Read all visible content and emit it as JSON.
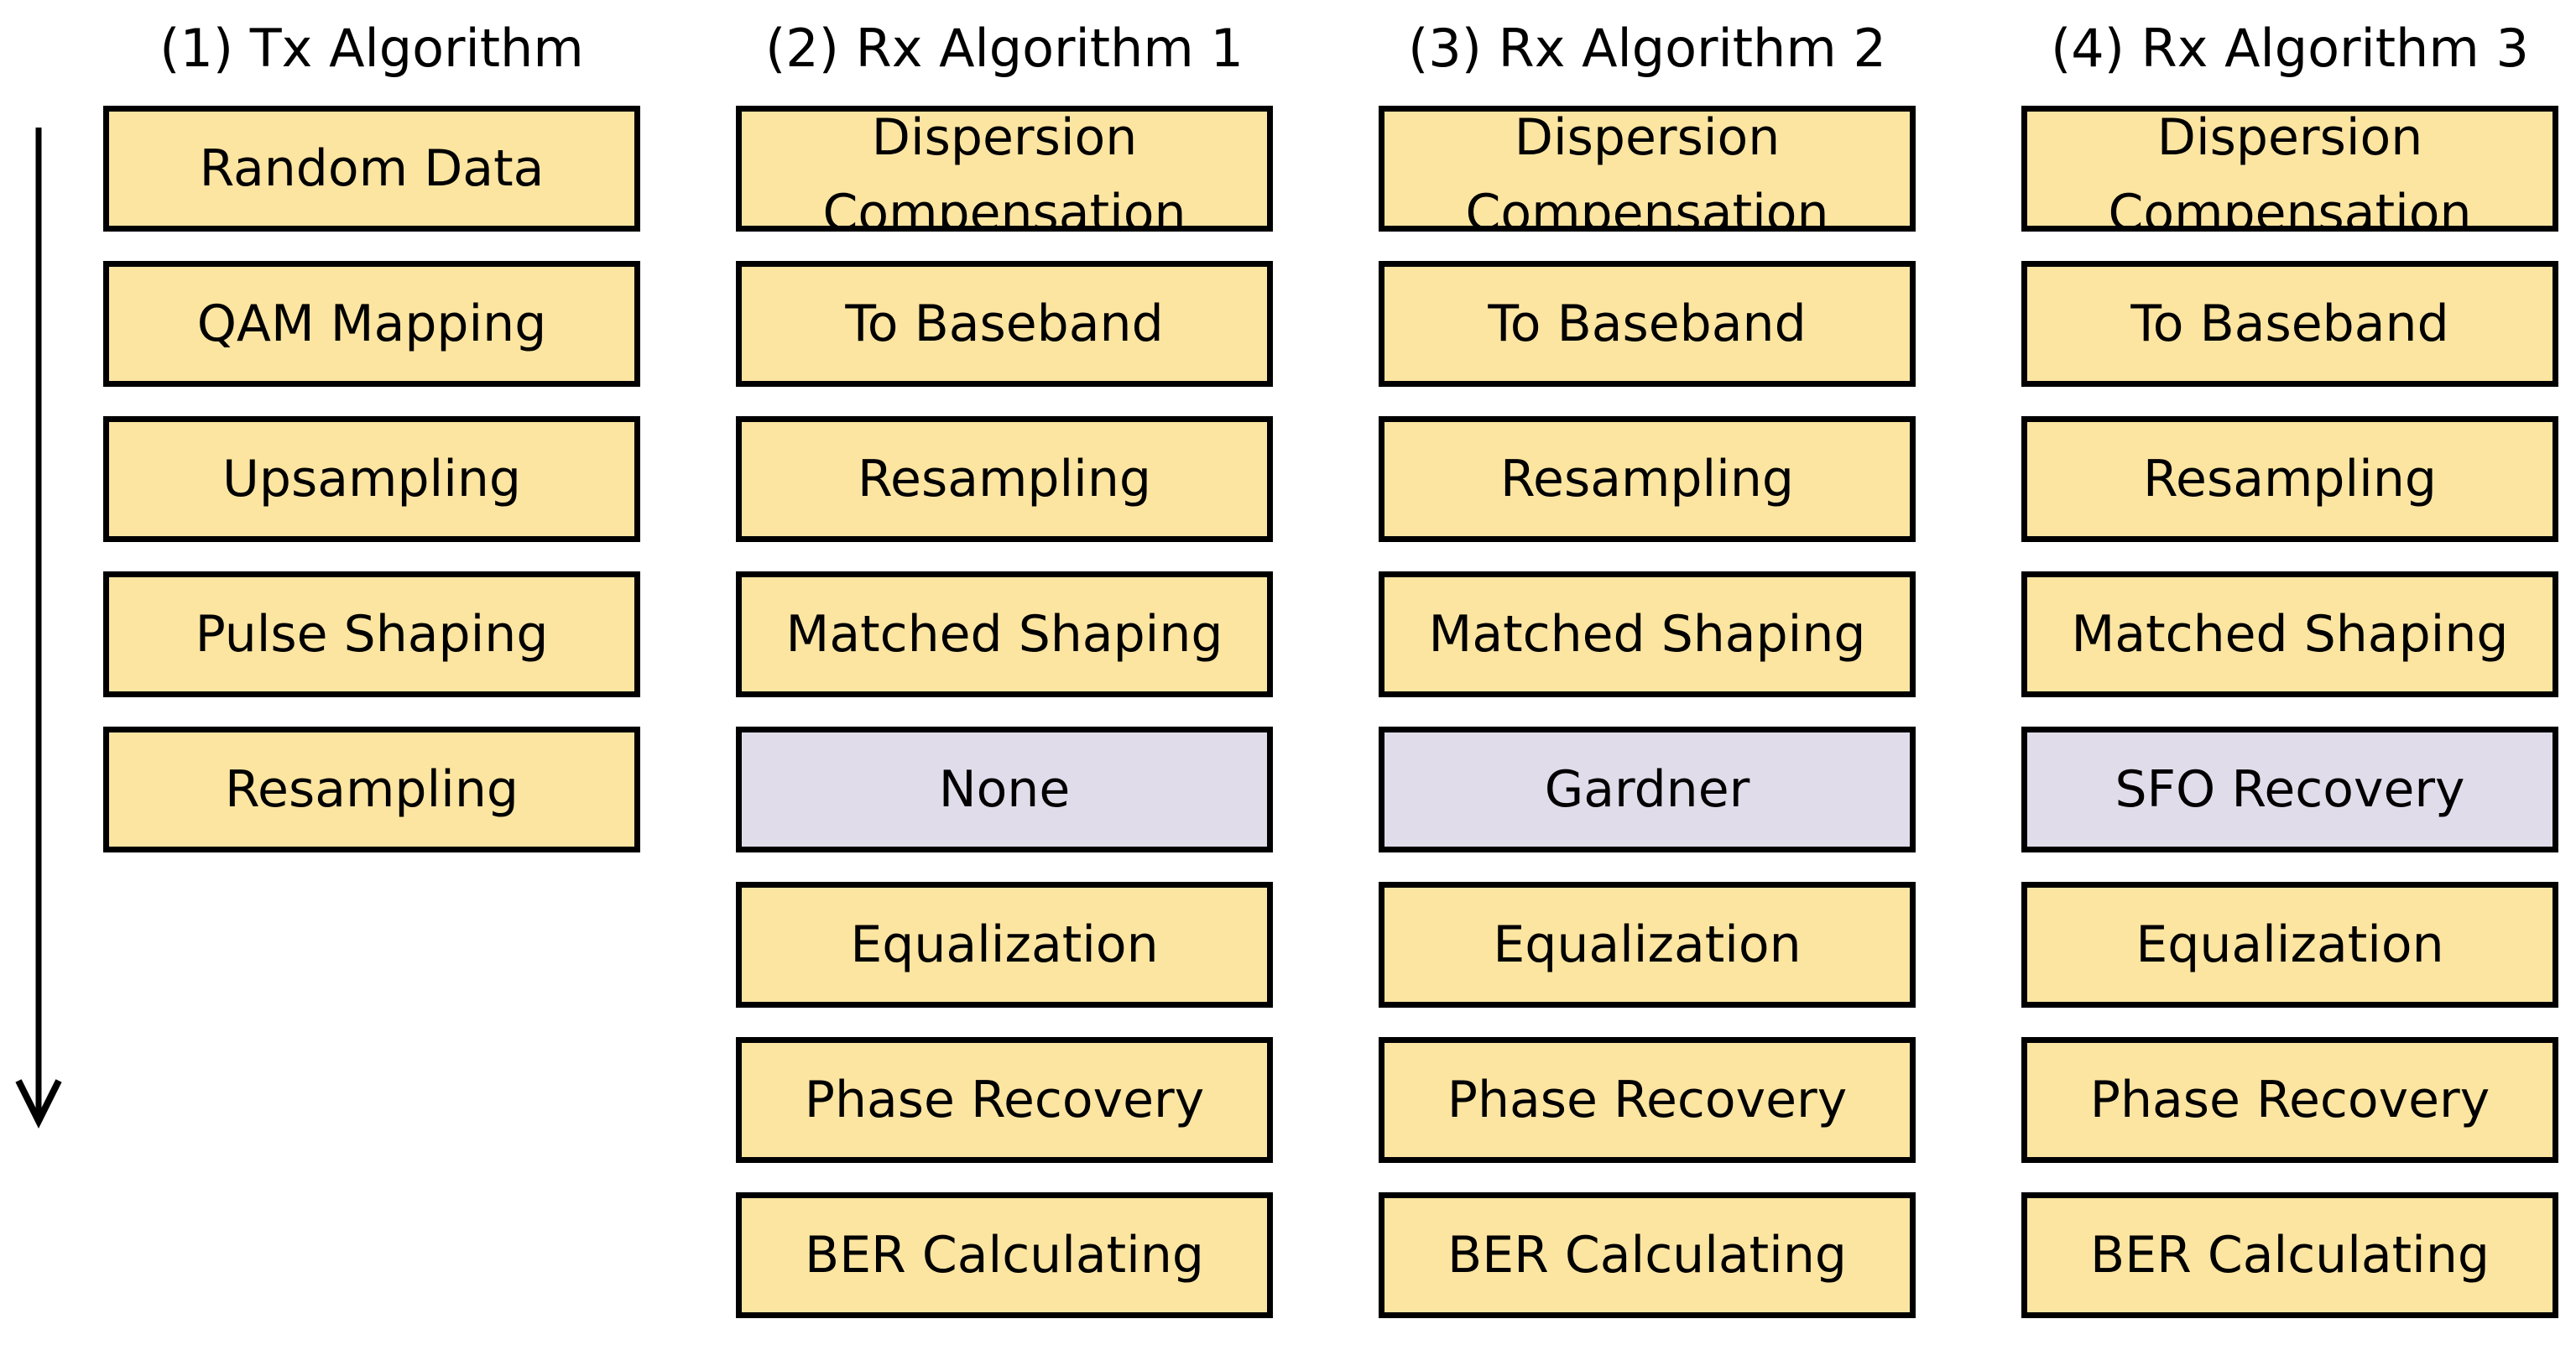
{
  "columns": [
    {
      "title": "(1) Tx Algorithm",
      "steps": [
        {
          "label": "Random Data",
          "kind": "standard"
        },
        {
          "label": "QAM Mapping",
          "kind": "standard"
        },
        {
          "label": "Upsampling",
          "kind": "standard"
        },
        {
          "label": "Pulse Shaping",
          "kind": "standard"
        },
        {
          "label": "Resampling",
          "kind": "standard"
        }
      ]
    },
    {
      "title": "(2) Rx Algorithm 1",
      "steps": [
        {
          "label": "Dispersion Compensation",
          "kind": "standard"
        },
        {
          "label": "To Baseband",
          "kind": "standard"
        },
        {
          "label": "Resampling",
          "kind": "standard"
        },
        {
          "label": "Matched Shaping",
          "kind": "standard"
        },
        {
          "label": "None",
          "kind": "timing"
        },
        {
          "label": "Equalization",
          "kind": "standard"
        },
        {
          "label": "Phase Recovery",
          "kind": "standard"
        },
        {
          "label": "BER Calculating",
          "kind": "standard"
        }
      ]
    },
    {
      "title": "(3) Rx Algorithm 2",
      "steps": [
        {
          "label": "Dispersion Compensation",
          "kind": "standard"
        },
        {
          "label": "To Baseband",
          "kind": "standard"
        },
        {
          "label": "Resampling",
          "kind": "standard"
        },
        {
          "label": "Matched Shaping",
          "kind": "standard"
        },
        {
          "label": "Gardner",
          "kind": "timing"
        },
        {
          "label": "Equalization",
          "kind": "standard"
        },
        {
          "label": "Phase Recovery",
          "kind": "standard"
        },
        {
          "label": "BER Calculating",
          "kind": "standard"
        }
      ]
    },
    {
      "title": "(4) Rx Algorithm 3",
      "steps": [
        {
          "label": "Dispersion Compensation",
          "kind": "standard"
        },
        {
          "label": "To Baseband",
          "kind": "standard"
        },
        {
          "label": "Resampling",
          "kind": "standard"
        },
        {
          "label": "Matched Shaping",
          "kind": "standard"
        },
        {
          "label": "SFO Recovery",
          "kind": "timing"
        },
        {
          "label": "Equalization",
          "kind": "standard"
        },
        {
          "label": "Phase Recovery",
          "kind": "standard"
        },
        {
          "label": "BER Calculating",
          "kind": "standard"
        }
      ]
    }
  ],
  "colors": {
    "standard_fill": "#fce5a1",
    "timing_fill": "#e0dcea",
    "border": "#000000"
  },
  "icons": {
    "flow_arrow": "arrow-down-icon"
  }
}
